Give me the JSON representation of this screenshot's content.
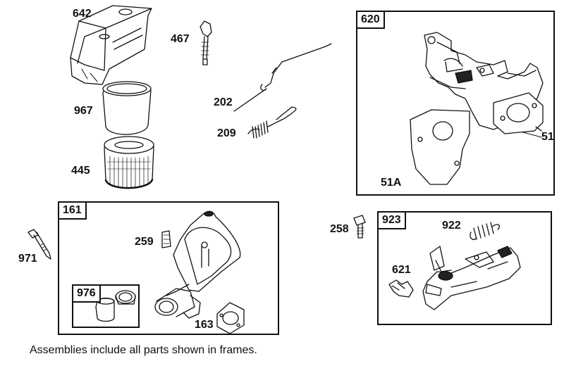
{
  "parts": {
    "p642": "642",
    "p467": "467",
    "p967": "967",
    "p445": "445",
    "p202": "202",
    "p209": "209",
    "p258": "258",
    "p971": "971",
    "p259": "259",
    "p163": "163",
    "p922": "922",
    "p621": "621",
    "p51": "51",
    "p51a": "51A"
  },
  "frames": {
    "f620": "620",
    "f161": "161",
    "f976": "976",
    "f923": "923"
  },
  "note": "Assemblies include all parts shown in frames."
}
